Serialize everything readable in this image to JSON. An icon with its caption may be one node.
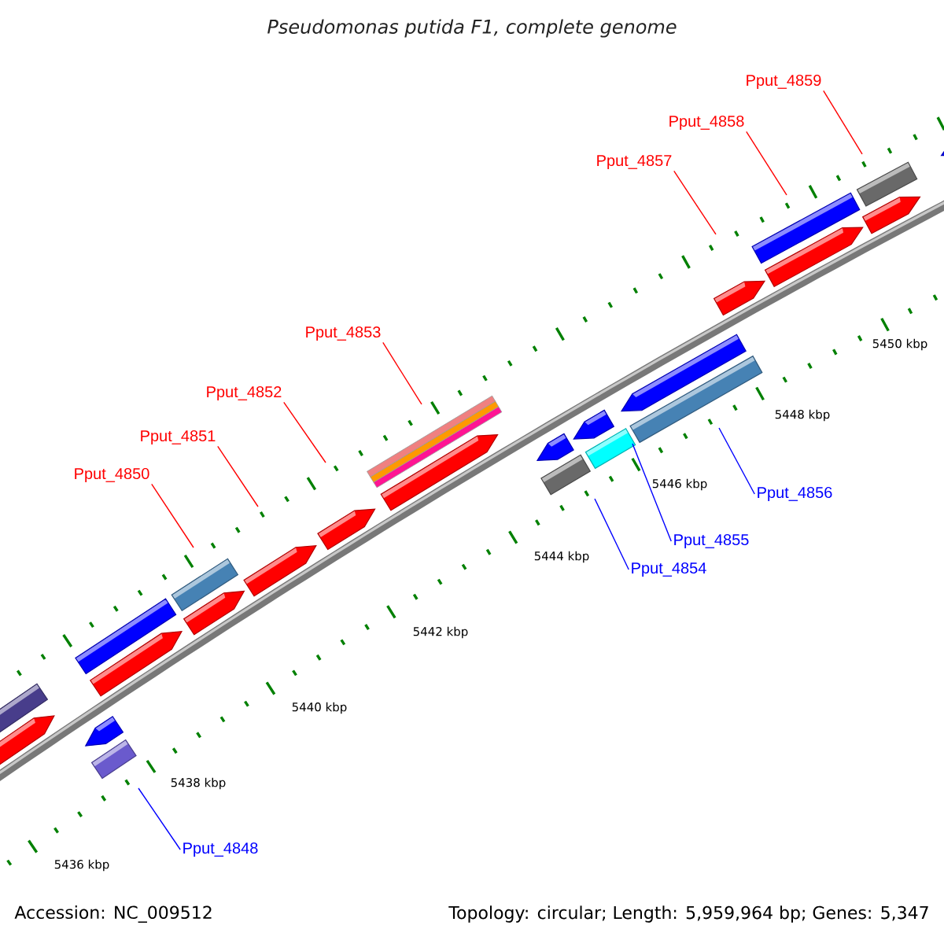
{
  "diagram": {
    "title": "Pseudomonas putida F1, complete genome",
    "nodes": [
      {
        "text": [
          "Pput_4848"
        ]
      },
      {
        "text": [
          "Pput_4850"
        ]
      },
      {
        "text": [
          "Pput_4851"
        ]
      },
      {
        "text": [
          "Pput_4852"
        ]
      },
      {
        "text": [
          "Pput_4853"
        ]
      },
      {
        "text": [
          "Pput_4854"
        ]
      },
      {
        "text": [
          "Pput_4855"
        ]
      },
      {
        "text": [
          "Pput_4856"
        ]
      },
      {
        "text": [
          "Pput_4857"
        ]
      },
      {
        "text": [
          "Pput_4858"
        ]
      },
      {
        "text": [
          "Pput_4859"
        ]
      }
    ],
    "edges": [
      {
        "from": 0,
        "to": null,
        "arrow": "none",
        "color": "#0000ff"
      },
      {
        "from": 1,
        "to": null,
        "arrow": "none"
      },
      {
        "from": 2,
        "to": null,
        "arrow": "none"
      },
      {
        "from": 3,
        "to": null,
        "arrow": "none"
      },
      {
        "from": 4,
        "to": null,
        "arrow": "none"
      },
      {
        "from": 5,
        "to": null,
        "arrow": "none",
        "color": "#0000ff"
      },
      {
        "from": 6,
        "to": null,
        "arrow": "none",
        "color": "#0000ff"
      },
      {
        "from": 7,
        "to": null,
        "arrow": "none",
        "color": "#0000ff"
      },
      {
        "from": 8,
        "to": null,
        "arrow": "none"
      },
      {
        "from": 9,
        "to": null,
        "arrow": "none"
      },
      {
        "from": 10,
        "to": null,
        "arrow": "none"
      }
    ],
    "labels": [
      "5450 kbp",
      "5448 kbp",
      "5446 kbp",
      "5444 kbp",
      "5442 kbp",
      "5440 kbp",
      "5438 kbp",
      "5436 kbp",
      "Accession: NC_009512",
      "Topology: circular; Length: 5,959,964 bp; Genes: 5,347"
    ]
  }
}
